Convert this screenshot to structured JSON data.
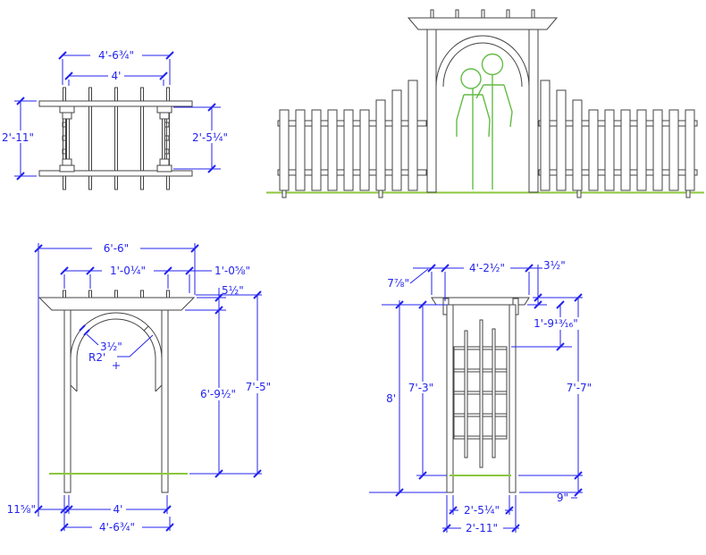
{
  "drawing_type": "arbor construction drawing",
  "colors": {
    "dimension": "#2323ef",
    "object_line": "#434343",
    "ground": "#8cc63e",
    "figure": "#64bc46"
  },
  "views": {
    "plan": {
      "dims": {
        "overall_width": "4'-6¾\"",
        "post_spacing": "4'",
        "overall_depth": "2'-11\"",
        "inner_depth": "2'-5¼\""
      }
    },
    "front_elevation": {
      "dims": {
        "beam_length": "6'-6\"",
        "rafter_spacing": "1'-0¼\"",
        "beam_overhang": "1'-0⅝\"",
        "beam_height": "5½\"",
        "arch_band_width": "3½\"",
        "arch_radius": "R2'",
        "clear_height": "6'-9½\"",
        "overall_height": "7'-5\"",
        "beam_end_offset": "11⅝\"",
        "post_spacing": "4'",
        "overall_width": "4'-6¾\""
      }
    },
    "side_elevation": {
      "dims": {
        "beam_length": "4'-2½\"",
        "beam_overhang": "7⅞\"",
        "beam_thickness": "3½\"",
        "lattice_top_offset": "1'-9¹³⁄₁₆\"",
        "post_length": "8'",
        "height_above_grade": "7'-3\"",
        "overall_height": "7'-7\"",
        "post_embedment": "9\"",
        "post_spacing_inner": "2'-5¼\"",
        "overall_depth": "2'-11\""
      }
    }
  }
}
